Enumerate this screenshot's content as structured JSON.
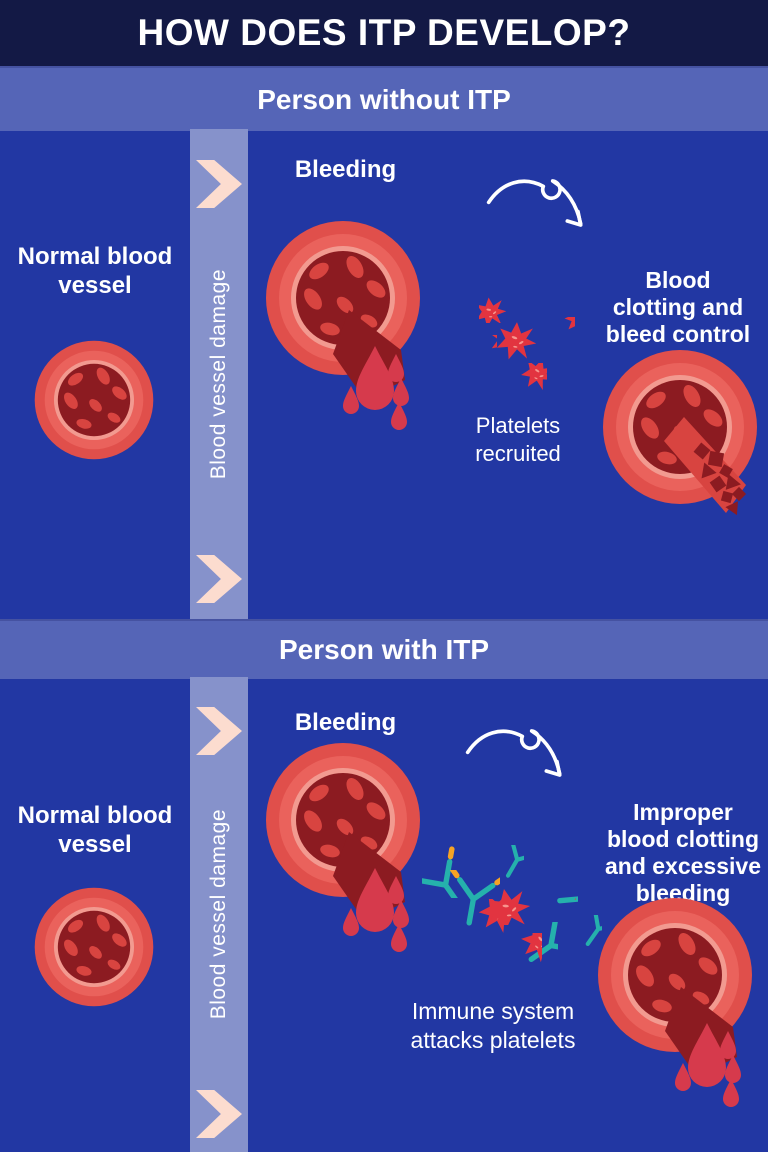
{
  "title": "HOW DOES ITP DEVELOP?",
  "sections": [
    {
      "header": "Person without ITP",
      "vessel_label_lines": [
        "Normal blood",
        "vessel"
      ],
      "damage_label": "Blood vessel damage",
      "bleeding_label": "Bleeding",
      "caption_lines": [
        "Platelets",
        "recruited"
      ],
      "outcome_lines": [
        "Blood",
        "clotting and",
        "bleed control"
      ]
    },
    {
      "header": "Person with ITP",
      "vessel_label_lines": [
        "Normal blood",
        "vessel"
      ],
      "damage_label": "Blood vessel damage",
      "bleeding_label": "Bleeding",
      "caption_lines": [
        "Immune system",
        "attacks platelets"
      ],
      "outcome_lines": [
        "Improper",
        "blood clotting",
        "and excessive",
        "bleeding"
      ]
    }
  ],
  "icons": {
    "chevron": "chevron-right-arrow",
    "arrow": "curved-loop-arrow",
    "normal_vessel": "blood-vessel-cross-section",
    "bleeding_vessel": "bleeding-blood-vessel",
    "clotted_vessel": "clotted-blood-vessel",
    "platelet": "platelet-cell",
    "antibody": "y-shaped-antibody"
  },
  "colors": {
    "background": "#2237a3",
    "header_bg": "#131945",
    "section_band_bg": "#5565b7",
    "damage_band_bg": "#8692cb",
    "chevron": "#fcdccf",
    "text": "#ffffff",
    "vessel_outer": "#e04f4b",
    "vessel_inner": "#ea625c",
    "vessel_ring": "#f29a90",
    "vessel_core": "#8c1b21",
    "blood_cell": "#d84440",
    "blood_drop": "#d63a4c",
    "platelet": "#e23440",
    "platelet_highlight": "#f6958d",
    "antibody": "#25b1ac",
    "antibody_tip": "#f6a325",
    "arrow": "#ffffff"
  }
}
